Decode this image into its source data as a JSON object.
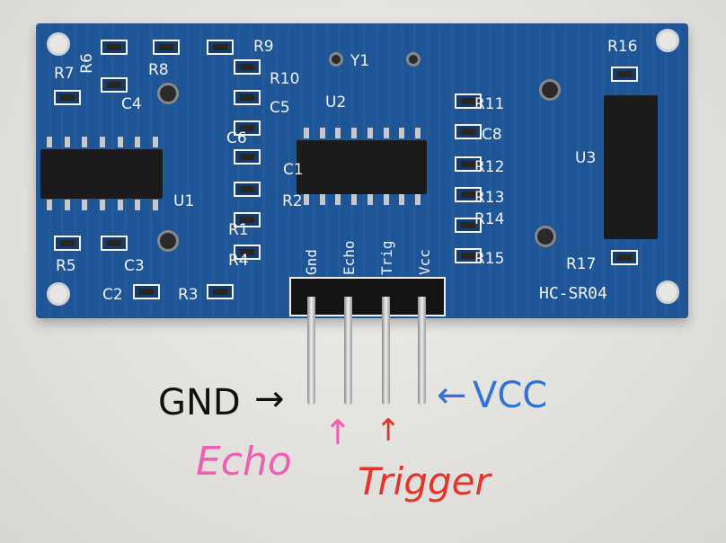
{
  "board": {
    "model": "HC-SR04",
    "color": "#1d5596",
    "component_labels": [
      "R6",
      "R7",
      "R8",
      "C4",
      "R9",
      "R10",
      "Y1",
      "U2",
      "C5",
      "C6",
      "C1",
      "R2",
      "U1",
      "R1",
      "R4",
      "R5",
      "C3",
      "C2",
      "R3",
      "R11",
      "C8",
      "R12",
      "R13",
      "R14",
      "R15",
      "R16",
      "U3",
      "R17"
    ],
    "pin_labels": [
      "Gnd",
      "Echo",
      "Trig",
      "Vcc"
    ]
  },
  "annotations": [
    {
      "text": "GND",
      "arrow": "→",
      "color": "#111111"
    },
    {
      "text": "Echo",
      "arrow": "↑",
      "color": "#ef5fb4"
    },
    {
      "text": "Trigger",
      "arrow": "↑",
      "color": "#e8322a"
    },
    {
      "text": "VCC",
      "arrow": "←",
      "color": "#2f73d6"
    }
  ]
}
